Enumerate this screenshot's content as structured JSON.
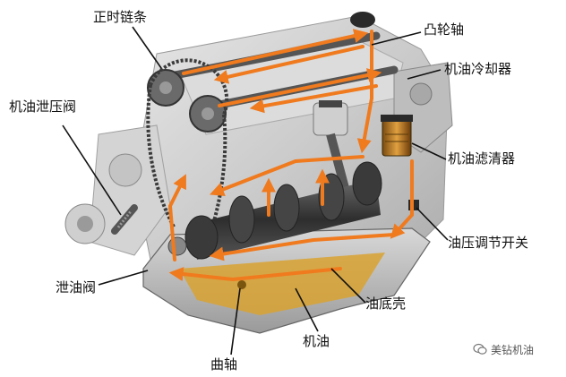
{
  "labels": {
    "timing_chain": "正时链条",
    "camshaft": "凸轮轴",
    "oil_cooler": "机油冷却器",
    "oil_filter": "机油滤清器",
    "relief_valve": "机油泄压阀",
    "pressure_switch": "油压调节开关",
    "drain_valve": "泄油阀",
    "oil_pan": "油底壳",
    "oil": "机油",
    "crankshaft": "曲轴"
  },
  "watermark": "美钻机油",
  "colors": {
    "oil_flow": "#f07a1e",
    "oil_pool": "#d9a230",
    "engine_body": "#cfcfcf",
    "leader_line": "#111111"
  },
  "icons": {
    "watermark": "wechat-icon"
  }
}
